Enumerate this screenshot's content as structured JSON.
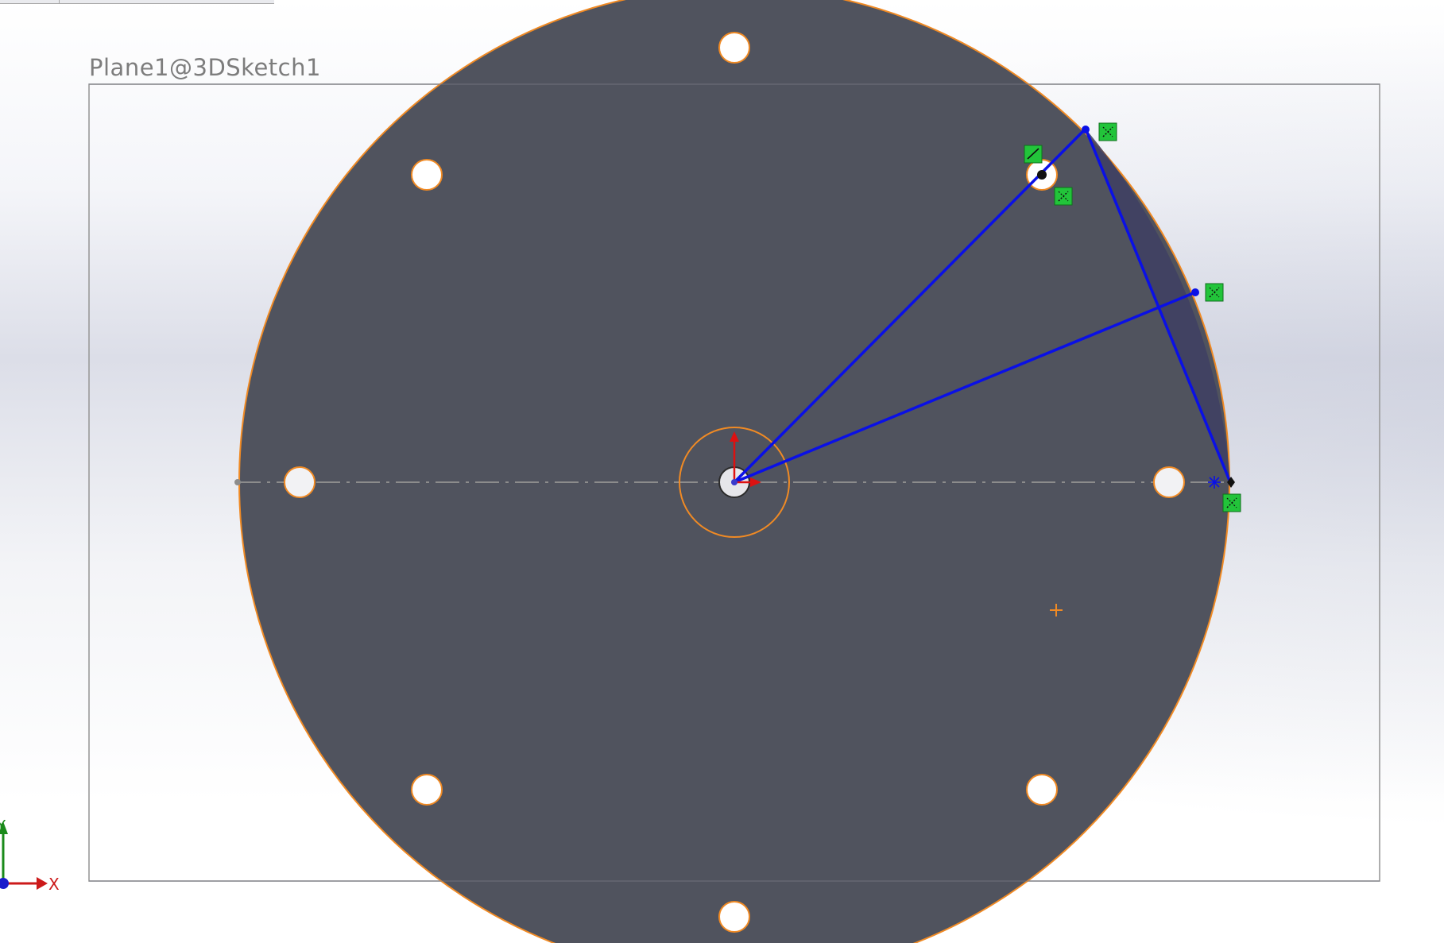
{
  "window": {
    "plane_label": "Plane1@3DSketch1"
  },
  "colors": {
    "part_face": "#50535e",
    "edge_highlight": "#f08a24",
    "sketch_line": "#0a10e6",
    "relation_icon": "#22c43a",
    "plane_border": "#9a9a9a",
    "centerline": "#8c8c8c",
    "triad_x": "#cc1a1a",
    "triad_y": "#1a8a1a",
    "triad_z": "#1a1acc"
  },
  "icons": {
    "relation_markers": "coincident-relation-icon",
    "origin": "sketch-origin-icon",
    "center_point": "center-plus-icon",
    "midpoint": "midpoint-star-icon"
  },
  "triad": {
    "x_label": "X",
    "y_label": "Y"
  }
}
